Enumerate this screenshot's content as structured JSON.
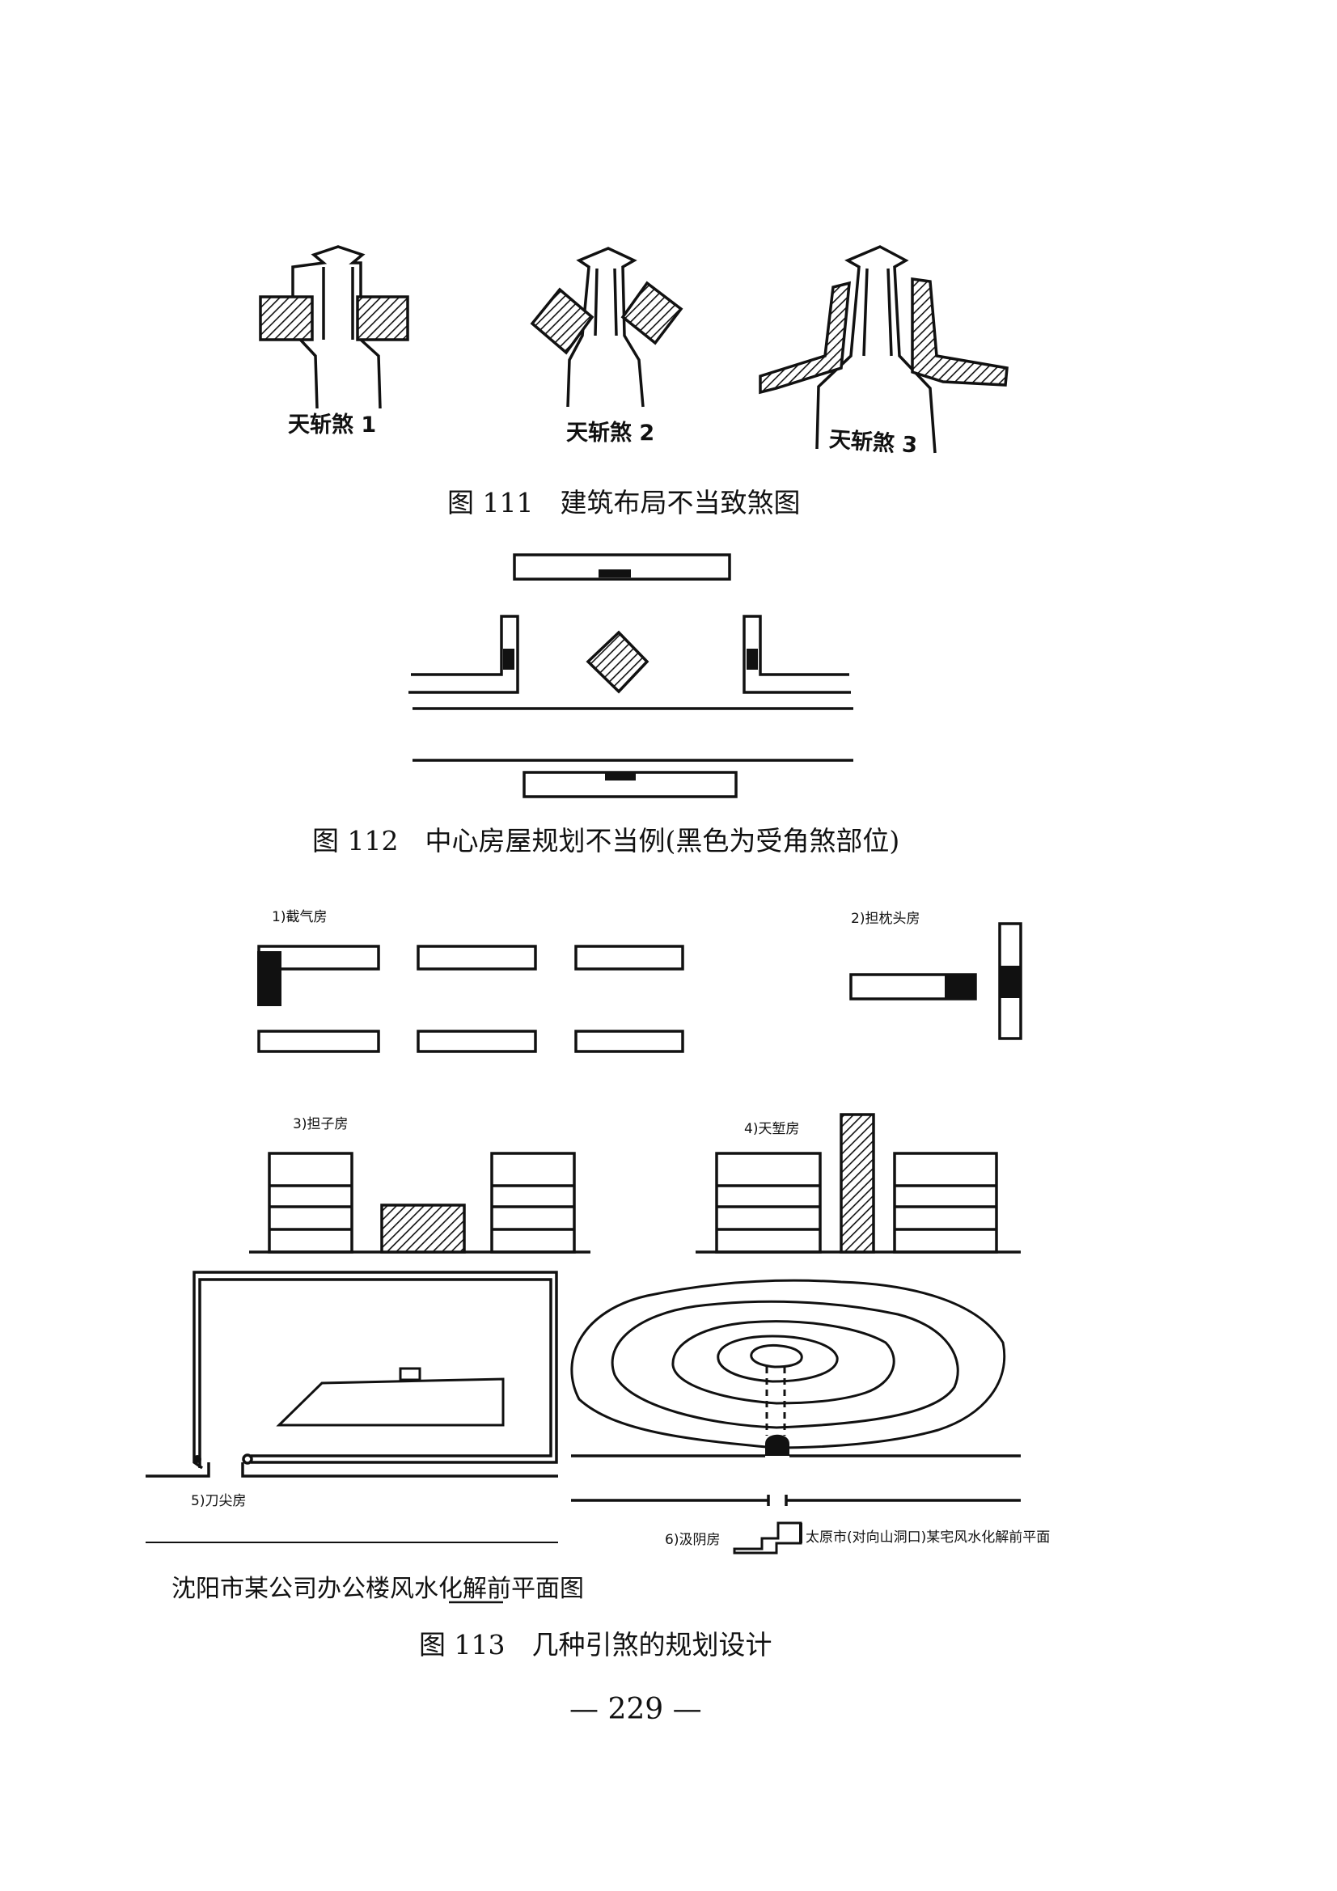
{
  "fig111": {
    "labels": [
      "天斩煞 1",
      "天斩煞 2",
      "天斩煞 3"
    ],
    "caption": "图 111　建筑布局不当致煞图"
  },
  "fig112": {
    "caption": "图 112　中心房屋规划不当例(黑色为受角煞部位)"
  },
  "fig113": {
    "labels": {
      "p1": "1)截气房",
      "p2": "2)担枕头房",
      "p3": "3)担子房",
      "p4": "4)天堑房",
      "p5": "5)刀尖房",
      "p6": "6)汲阴房",
      "p6_note": "太原市(对向山洞口)某宅风水化解前平面"
    },
    "sub_caption": "沈阳市某公司办公楼风水化解前平面图",
    "caption": "图 113　几种引煞的规划设计"
  },
  "page_number": "— 229 —"
}
